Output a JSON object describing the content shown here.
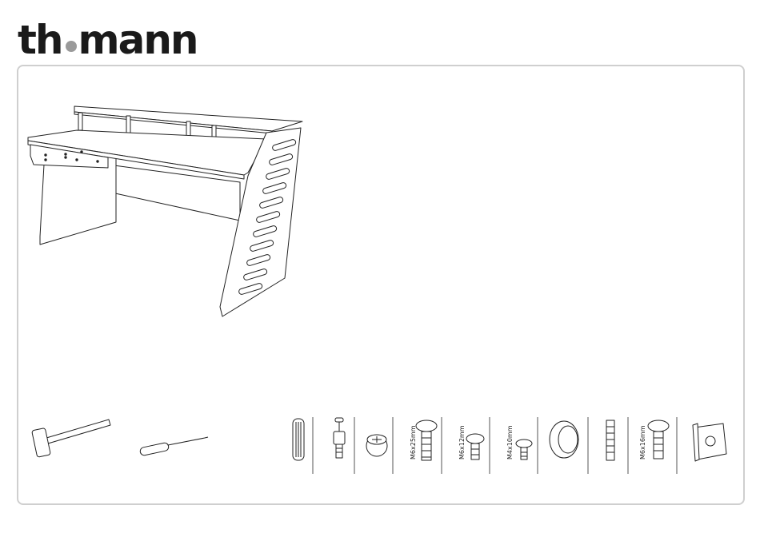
{
  "brand": {
    "logo_left": "th",
    "logo_right": "mann"
  },
  "parts": [
    {
      "icon": "hammer-icon",
      "label": ""
    },
    {
      "icon": "screwdriver-icon",
      "label": ""
    },
    {
      "icon": "dowel-icon",
      "label": ""
    },
    {
      "icon": "cam-bolt-icon",
      "label": ""
    },
    {
      "icon": "cam-lock-icon",
      "label": ""
    },
    {
      "icon": "screw-icon",
      "label": "M6x25mm"
    },
    {
      "icon": "screw-icon",
      "label": "M6x12mm"
    },
    {
      "icon": "screw-icon",
      "label": "M4x10mm"
    },
    {
      "icon": "cable-grommet-icon",
      "label": ""
    },
    {
      "icon": "rack-rail-icon",
      "label": ""
    },
    {
      "icon": "screw-icon",
      "label": "M6x16mm"
    },
    {
      "icon": "cage-nut-icon",
      "label": ""
    }
  ]
}
